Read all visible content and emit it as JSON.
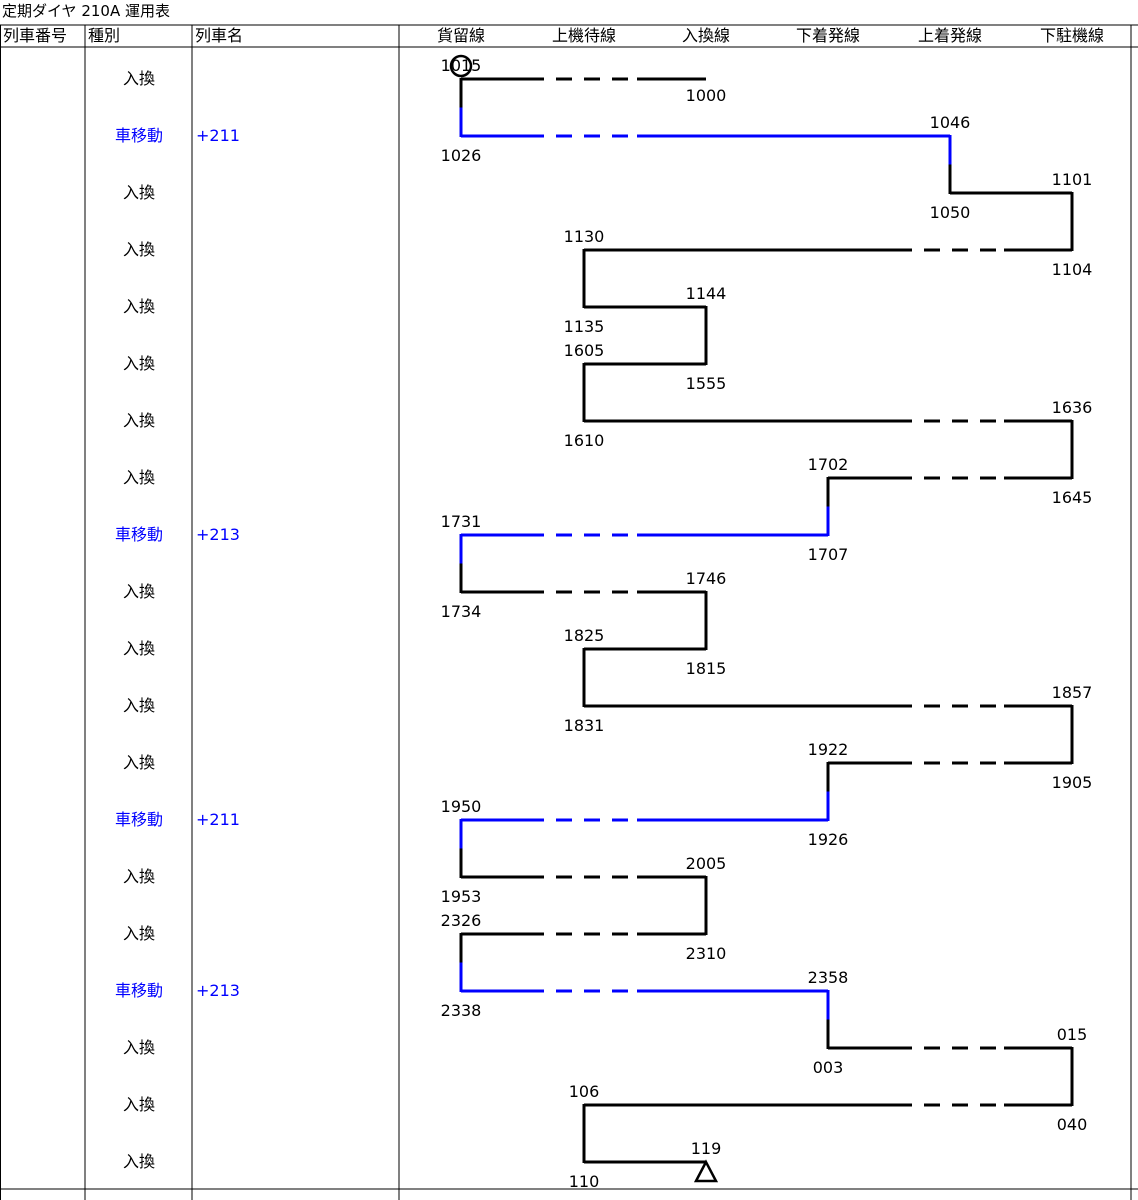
{
  "title": "定期ダイヤ 210A 運用表",
  "columns": {
    "train_no": "列車番号",
    "kind": "種別",
    "train_name": "列車名"
  },
  "tracks": [
    "貨留線",
    "上機待線",
    "入換線",
    "下着発線",
    "上着発線",
    "下駐機線"
  ],
  "rows": [
    {
      "kind": "入換",
      "name": "",
      "move": false
    },
    {
      "kind": "車移動",
      "name": "+211",
      "move": true
    },
    {
      "kind": "入換",
      "name": "",
      "move": false
    },
    {
      "kind": "入換",
      "name": "",
      "move": false
    },
    {
      "kind": "入換",
      "name": "",
      "move": false
    },
    {
      "kind": "入換",
      "name": "",
      "move": false
    },
    {
      "kind": "入換",
      "name": "",
      "move": false
    },
    {
      "kind": "入換",
      "name": "",
      "move": false
    },
    {
      "kind": "車移動",
      "name": "+213",
      "move": true
    },
    {
      "kind": "入換",
      "name": "",
      "move": false
    },
    {
      "kind": "入換",
      "name": "",
      "move": false
    },
    {
      "kind": "入換",
      "name": "",
      "move": false
    },
    {
      "kind": "入換",
      "name": "",
      "move": false
    },
    {
      "kind": "車移動",
      "name": "+211",
      "move": true
    },
    {
      "kind": "入換",
      "name": "",
      "move": false
    },
    {
      "kind": "入換",
      "name": "",
      "move": false
    },
    {
      "kind": "車移動",
      "name": "+213",
      "move": true
    },
    {
      "kind": "入換",
      "name": "",
      "move": false
    },
    {
      "kind": "入換",
      "name": "",
      "move": false
    },
    {
      "kind": "入換",
      "name": "",
      "move": false
    }
  ],
  "moves": [
    {
      "from": 2,
      "to": 0,
      "depart": "1015",
      "arrive": "1000",
      "move": false,
      "start": "circle"
    },
    {
      "from": 0,
      "to": 4,
      "depart": "1026",
      "arrive": "1046",
      "move": true
    },
    {
      "from": 4,
      "to": 5,
      "depart": "1050",
      "arrive": "1101",
      "move": false
    },
    {
      "from": 5,
      "to": 1,
      "depart": "1104",
      "arrive": "1130",
      "move": false
    },
    {
      "from": 1,
      "to": 2,
      "depart": "1135",
      "arrive": "1144",
      "move": false
    },
    {
      "from": 2,
      "to": 1,
      "depart": "1555",
      "arrive": "1605",
      "move": false
    },
    {
      "from": 1,
      "to": 5,
      "depart": "1610",
      "arrive": "1636",
      "move": false
    },
    {
      "from": 5,
      "to": 3,
      "depart": "1645",
      "arrive": "1702",
      "move": false
    },
    {
      "from": 3,
      "to": 0,
      "depart": "1707",
      "arrive": "1731",
      "move": true
    },
    {
      "from": 0,
      "to": 2,
      "depart": "1734",
      "arrive": "1746",
      "move": false
    },
    {
      "from": 2,
      "to": 1,
      "depart": "1815",
      "arrive": "1825",
      "move": false
    },
    {
      "from": 1,
      "to": 5,
      "depart": "1831",
      "arrive": "1857",
      "move": false
    },
    {
      "from": 5,
      "to": 3,
      "depart": "1905",
      "arrive": "1922",
      "move": false
    },
    {
      "from": 3,
      "to": 0,
      "depart": "1926",
      "arrive": "1950",
      "move": true
    },
    {
      "from": 0,
      "to": 2,
      "depart": "1953",
      "arrive": "2005",
      "move": false
    },
    {
      "from": 2,
      "to": 0,
      "depart": "2310",
      "arrive": "2326",
      "move": false
    },
    {
      "from": 0,
      "to": 3,
      "depart": "2338",
      "arrive": "2358",
      "move": true
    },
    {
      "from": 3,
      "to": 5,
      "depart": "003",
      "arrive": "015",
      "move": false
    },
    {
      "from": 5,
      "to": 1,
      "depart": "040",
      "arrive": "106",
      "move": false
    },
    {
      "from": 1,
      "to": 2,
      "depart": "110",
      "arrive": "119",
      "move": false,
      "end": "triangle"
    }
  ],
  "colors": {
    "normal": "#000000",
    "move": "#0000ff",
    "grid": "#000000"
  }
}
